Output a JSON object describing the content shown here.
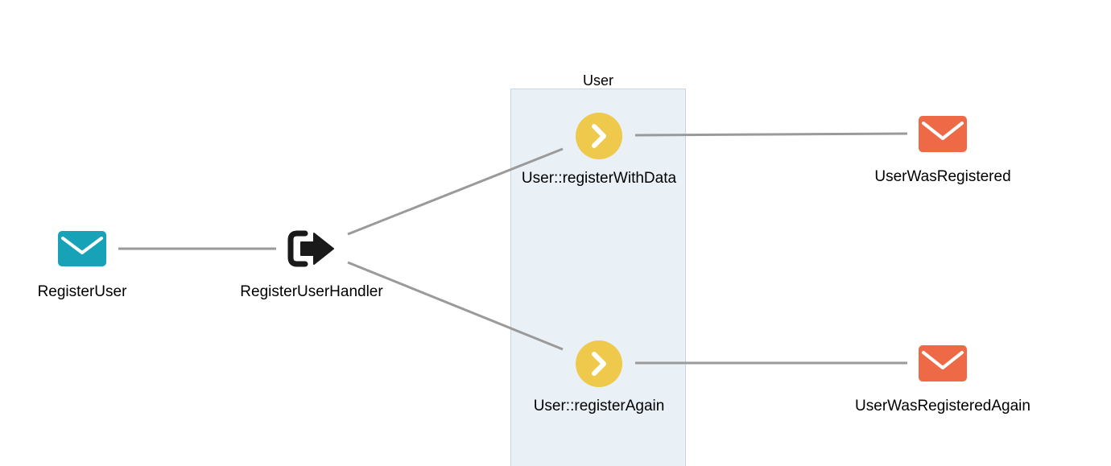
{
  "aggregate": {
    "label": "User",
    "fill": "#e9f1f7"
  },
  "nodes": {
    "register_user": {
      "label": "RegisterUser",
      "kind": "command",
      "icon": "envelope-icon",
      "color": "#17a2b8"
    },
    "register_user_handler": {
      "label": "RegisterUserHandler",
      "kind": "handler",
      "icon": "sign-out-arrow-icon",
      "color": "#1a1a1a"
    },
    "register_with_data": {
      "label": "User::registerWithData",
      "kind": "aggregate-method",
      "icon": "chevron-right-circle-icon",
      "color": "#eec94c"
    },
    "register_again": {
      "label": "User::registerAgain",
      "kind": "aggregate-method",
      "icon": "chevron-right-circle-icon",
      "color": "#eec94c"
    },
    "user_was_registered": {
      "label": "UserWasRegistered",
      "kind": "event",
      "icon": "envelope-icon",
      "color": "#ee6a47"
    },
    "user_was_registered_again": {
      "label": "UserWasRegisteredAgain",
      "kind": "event",
      "icon": "envelope-icon",
      "color": "#ee6a47"
    }
  },
  "edges": [
    {
      "from": "register_user",
      "to": "register_user_handler"
    },
    {
      "from": "register_user_handler",
      "to": "register_with_data"
    },
    {
      "from": "register_user_handler",
      "to": "register_again"
    },
    {
      "from": "register_with_data",
      "to": "user_was_registered"
    },
    {
      "from": "register_again",
      "to": "user_was_registered_again"
    }
  ],
  "edge_color": "#9a9a9a"
}
